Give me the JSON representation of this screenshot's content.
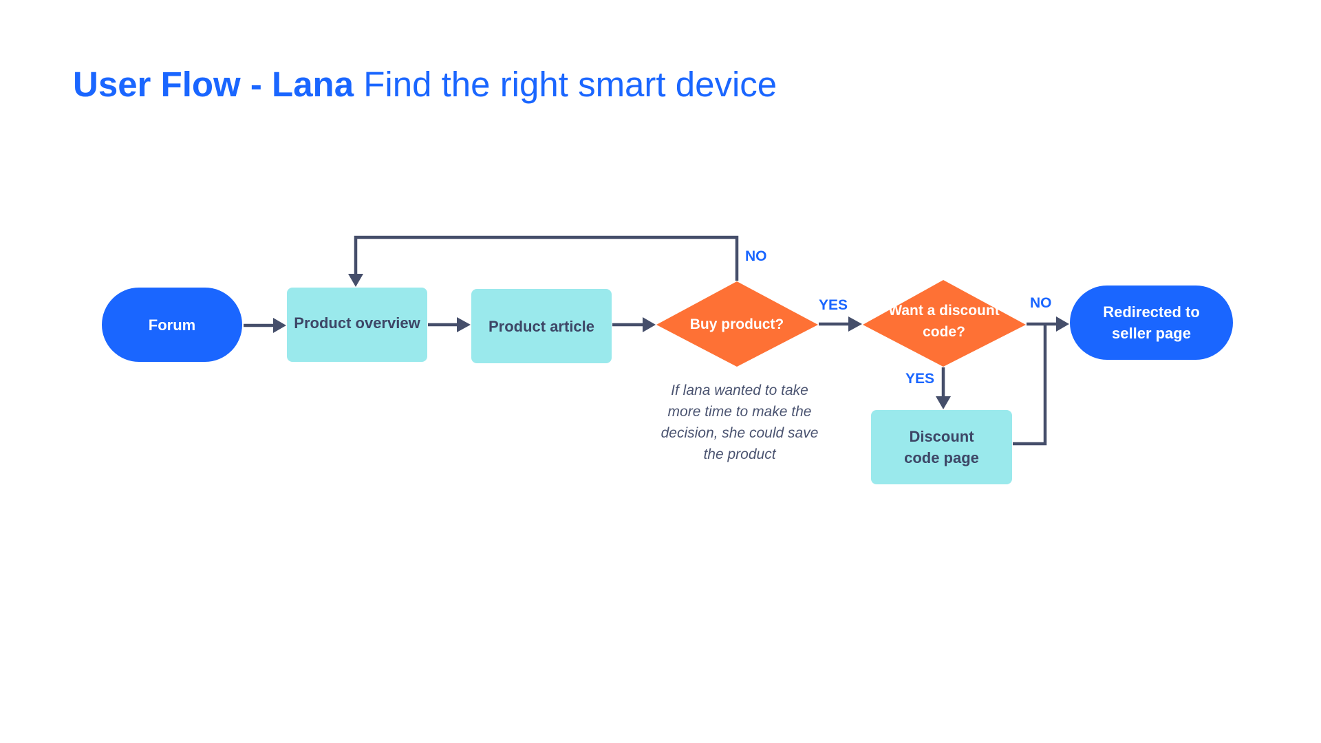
{
  "title": {
    "bold": "User Flow - Lana",
    "light": "Find the right smart device"
  },
  "colors": {
    "title": "#1a66ff",
    "terminal": "#1a66ff",
    "process": "#9ae9ec",
    "decision": "#fe7135",
    "connector": "#454e6a",
    "label": "#1a66ff",
    "note": "#4a5370"
  },
  "nodes": {
    "forum": "Forum",
    "product_overview": "Product overview",
    "product_article": "Product article",
    "buy_product": "Buy product?",
    "want_discount": "Want a discount code?",
    "discount_page": "Discount code page",
    "redirected": "Redirected to seller page"
  },
  "edge_labels": {
    "buy_no": "NO",
    "buy_yes": "YES",
    "discount_no": "NO",
    "discount_yes": "YES"
  },
  "note": "If lana wanted to take more time to make the decision, she could save the product"
}
